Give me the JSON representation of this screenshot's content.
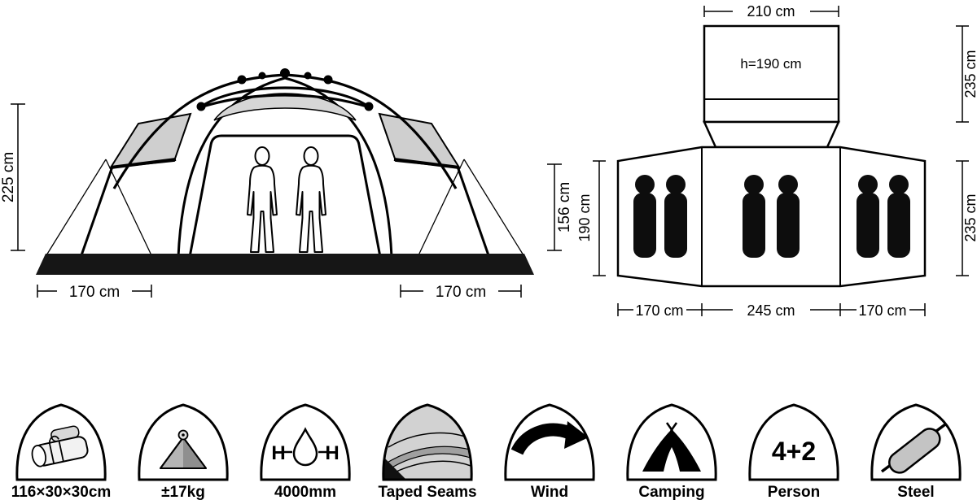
{
  "diagram": {
    "side_view": {
      "height_total": "225 cm",
      "height_side": "156 cm",
      "ground_left": "170 cm",
      "ground_right": "170 cm"
    },
    "floor_plan": {
      "porch_width": "210 cm",
      "porch_height": "h=190 cm",
      "porch_depth": "235 cm",
      "cabin_depth": "235 cm",
      "cabin_side_depth": "190 cm",
      "room_left_width": "170 cm",
      "room_center_width": "245 cm",
      "room_right_width": "170 cm"
    }
  },
  "features": [
    {
      "name": "packed-size",
      "label": "116×30×30cm"
    },
    {
      "name": "weight",
      "label": "±17kg"
    },
    {
      "name": "water-column",
      "label": "4000mm",
      "glyph_left": "H",
      "glyph_right": "H"
    },
    {
      "name": "taped-seams",
      "label": "Taped Seams"
    },
    {
      "name": "wind",
      "label": "Wind"
    },
    {
      "name": "camping",
      "label": "Camping"
    },
    {
      "name": "capacity",
      "label": "Person",
      "value": "4+2"
    },
    {
      "name": "steel",
      "label": "Steel"
    }
  ]
}
